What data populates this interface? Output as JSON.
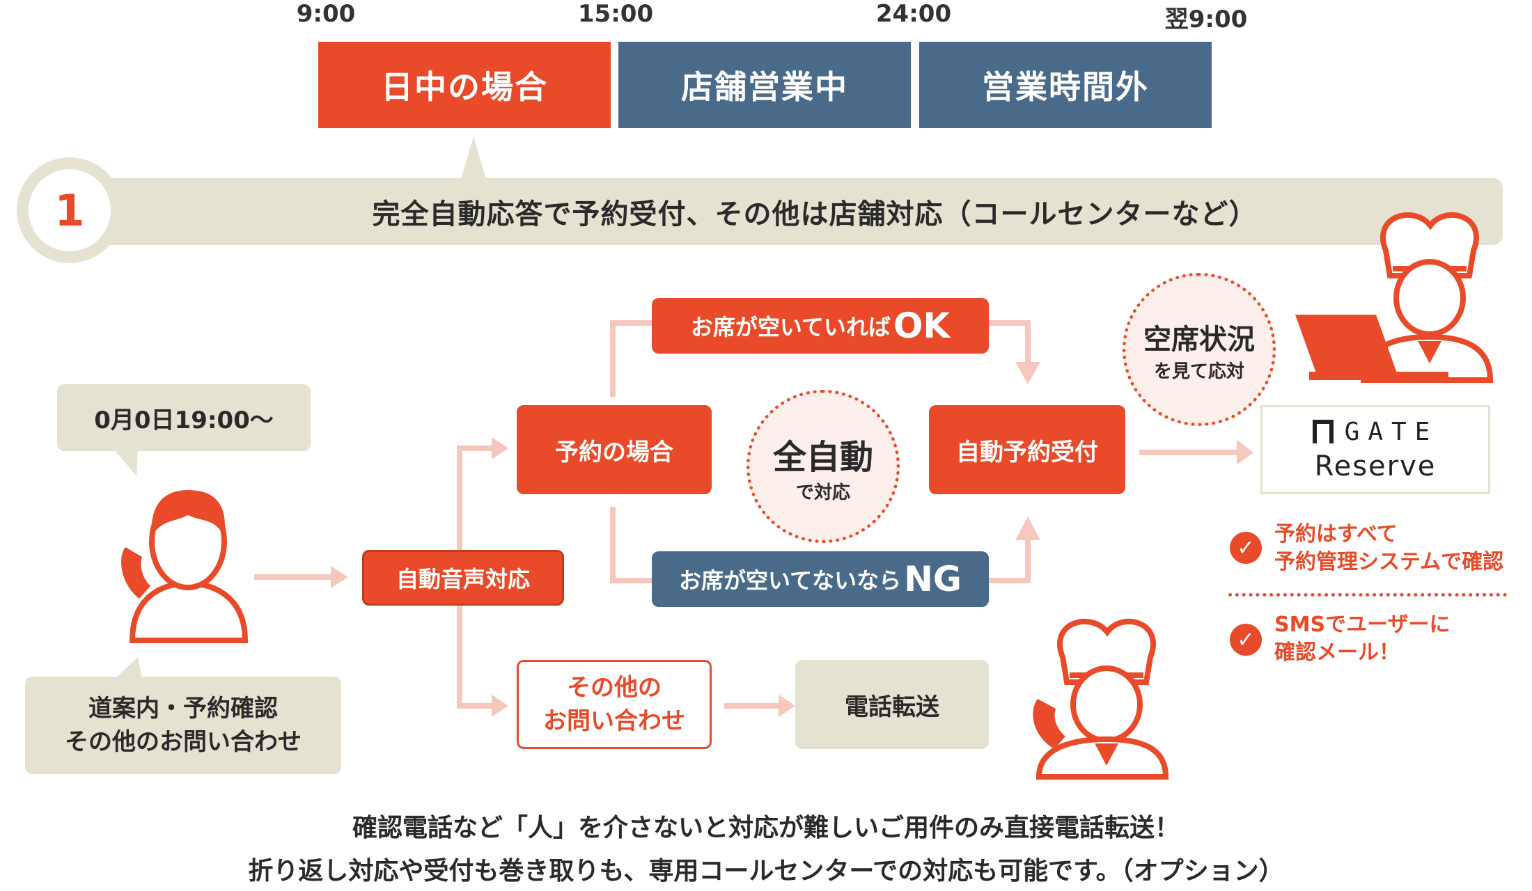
{
  "timeline": {
    "times": [
      "9:00",
      "15:00",
      "24:00",
      "翌9:00"
    ],
    "tabs": [
      "日中の場合",
      "店舗営業中",
      "営業時間外"
    ]
  },
  "step": {
    "number": "1",
    "title": "完全自動応答で予約受付、その他は店舗対応（コールセンターなど）"
  },
  "caller": {
    "speech": "0月0日19:00〜",
    "purpose_line1": "道案内・予約確認",
    "purpose_line2": "その他のお問い合わせ"
  },
  "flow": {
    "auto_voice": "自動音声対応",
    "reservation_case": "予約の場合",
    "ok_prefix": "お席が空いていれば",
    "ok_suffix": "OK",
    "ng_prefix": "お席が空いてないなら",
    "ng_suffix": "NG",
    "full_auto_main": "全自動",
    "full_auto_sub": "で対応",
    "auto_accept": "自動予約受付",
    "other_line1": "その他の",
    "other_line2": "お問い合わせ",
    "transfer": "電話転送"
  },
  "staff": {
    "seat_status_main": "空席状況",
    "seat_status_sub": "を見て応対"
  },
  "system": {
    "logo_top": "GATE",
    "logo_bottom": "Reserve"
  },
  "notes": {
    "note1_line1": "予約はすべて",
    "note1_line2": "予約管理システムで確認",
    "note2_line1": "SMSでユーザーに",
    "note2_line2": "確認メール！"
  },
  "footer": {
    "line1": "確認電話など「人」を介さないと対応が難しいご用件のみ直接電話転送！",
    "line2": "折り返し対応や受付も巻き取りも、専用コールセンターでの対応も可能です。（オプション）"
  },
  "colors": {
    "accent": "#e94b2a",
    "navy": "#4a6a8a",
    "beige": "#e6e2d2",
    "arrow": "#f6c8bd"
  }
}
